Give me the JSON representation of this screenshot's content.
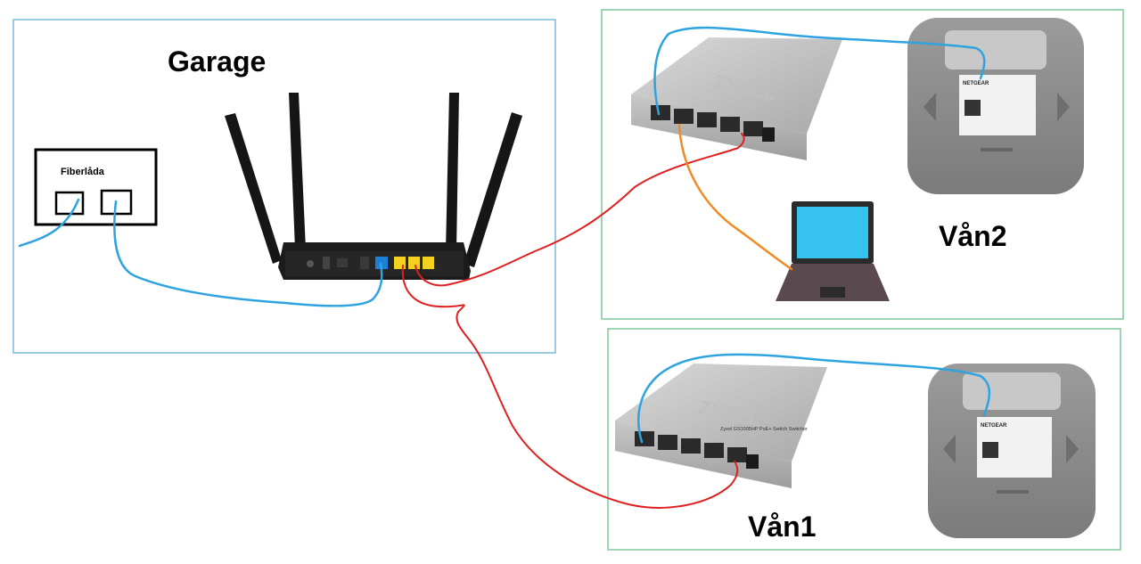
{
  "rooms": {
    "garage": {
      "label": "Garage"
    },
    "van2": {
      "label": "Vån2"
    },
    "van1": {
      "label": "Vån1"
    }
  },
  "devices": {
    "fiber_box": {
      "label": "Fiberlåda"
    },
    "switch_top": {
      "brand": "ZYXEL"
    },
    "switch_bottom": {
      "brand": "ZYXEL",
      "model_label": "Zyxel GS1005HP PoE+ Switch Switcher"
    },
    "ap_top": {
      "brand": "NETGEAR"
    },
    "ap_bottom": {
      "brand": "NETGEAR"
    }
  },
  "colors": {
    "room_border_garage": "#7ab8dc",
    "room_border_floor": "#7fc89a",
    "cable_fiber": "#2fa3e0",
    "cable_wan": "#e02020",
    "cable_laptop": "#f08a24",
    "router_port_wan": "#1e7fd6",
    "router_port_lan": "#f2d21f",
    "laptop_screen": "#35c2ef"
  }
}
